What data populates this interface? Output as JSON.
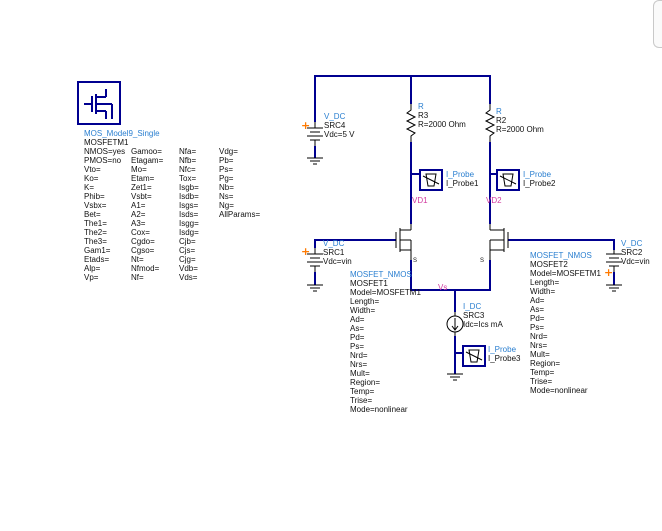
{
  "model_block": {
    "title": "MOS_Model9_Single",
    "instance": "MOSFETM1",
    "params_col1": [
      "NMOS=yes",
      "PMOS=no",
      "Vto=",
      "Ko=",
      "K=",
      "Phib=",
      "Vsbx=",
      "Bet=",
      "The1=",
      "The2=",
      "The3=",
      "Gam1=",
      "Etads=",
      "Alp=",
      "Vp="
    ],
    "params_col2": [
      "Gamoo=",
      "Etagam=",
      "Mo=",
      "Etam=",
      "Zet1=",
      "Vsbt=",
      "A1=",
      "A2=",
      "A3=",
      "Cox=",
      "Cgdo=",
      "Cgso=",
      "Nt=",
      "Nfmod=",
      "Nf="
    ],
    "params_col3": [
      "Nfa=",
      "Nfb=",
      "Nfc=",
      "Tox=",
      "Isgb=",
      "Isdb=",
      "Isgs=",
      "Isds=",
      "Isgg=",
      "Isdg=",
      "Cjb=",
      "Cjs=",
      "Cjg=",
      "Vdb=",
      "Vds="
    ],
    "params_col4": [
      "Vdg=",
      "Pb=",
      "Ps=",
      "Pg=",
      "Nb=",
      "Ns=",
      "Ng=",
      "AllParams="
    ]
  },
  "src4": {
    "type": "V_DC",
    "name": "SRC4",
    "value": "Vdc=5 V"
  },
  "r3": {
    "type": "R",
    "name": "R3",
    "value": "R=2000 Ohm"
  },
  "r2": {
    "type": "R",
    "name": "R2",
    "value": "R=2000 Ohm"
  },
  "probe1": {
    "type": "I_Probe",
    "name": "I_Probe1"
  },
  "probe2": {
    "type": "I_Probe",
    "name": "I_Probe2"
  },
  "probe3": {
    "type": "I_Probe",
    "name": "I_Probe3"
  },
  "node_vd1": "VD1",
  "node_vd2": "VD2",
  "node_vs": "Vs",
  "src1": {
    "type": "V_DC",
    "name": "SRC1",
    "value": "Vdc=vin"
  },
  "src2": {
    "type": "V_DC",
    "name": "SRC2",
    "value": "Vdc=vin"
  },
  "src3": {
    "type": "I_DC",
    "name": "SRC3",
    "value": "Idc=Ics mA"
  },
  "mosfet1": {
    "type": "MOSFET_NMOS",
    "name": "MOSFET1",
    "params": [
      "Model=MOSFETM1",
      "Length=",
      "Width=",
      "Ad=",
      "As=",
      "Pd=",
      "Ps=",
      "Nrd=",
      "Nrs=",
      "Mult=",
      "Region=",
      "Temp=",
      "Trise=",
      "Mode=nonlinear"
    ]
  },
  "mosfet2": {
    "type": "MOSFET_NMOS",
    "name": "MOSFET2",
    "params": [
      "Model=MOSFETM1",
      "Length=",
      "Width=",
      "Ad=",
      "As=",
      "Pd=",
      "Ps=",
      "Nrd=",
      "Nrs=",
      "Mult=",
      "Region=",
      "Temp=",
      "Trise=",
      "Mode=nonlinear"
    ]
  },
  "pin_s": "S",
  "colors": {
    "wire": "#000090",
    "label": "#2a7fd0",
    "node": "#d23aa0",
    "plus": "#ff7a00"
  }
}
